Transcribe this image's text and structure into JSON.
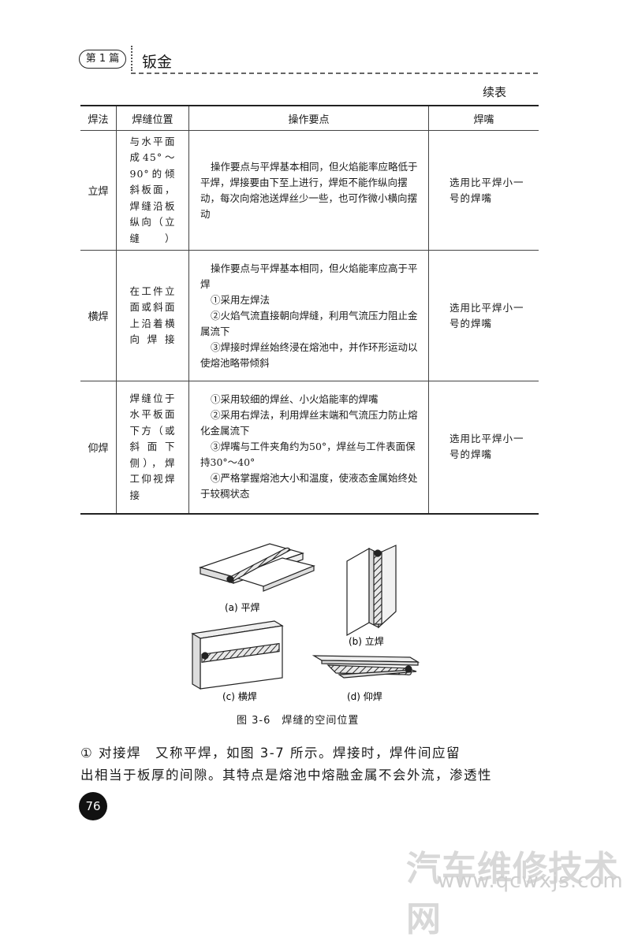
{
  "header": {
    "chapter_badge": "第 1 篇",
    "chapter_title": "钣金",
    "continued": "续表"
  },
  "table": {
    "columns": [
      "焊法",
      "焊缝位置",
      "操作要点",
      "焊嘴"
    ],
    "rows": [
      {
        "method": "立焊",
        "position": "与水平面成45°～90°的倾斜板面，焊缝沿板纵向（立缝）",
        "ops": [
          "操作要点与平焊基本相同，但火焰能率应略低于平焊，焊接要由下至上进行，焊炬不能作纵向摆动，每次向熔池送焊丝少一些，也可作微小横向摆动"
        ],
        "nozzle": "选用比平焊小一号的焊嘴"
      },
      {
        "method": "横焊",
        "position": "在工件立面或斜面上沿着横向焊接",
        "ops": [
          "操作要点与平焊基本相同，但火焰能率应高于平焊",
          "①采用左焊法",
          "②火焰气流直接朝向焊缝，利用气流压力阻止金属流下",
          "③焊接时焊丝始终浸在熔池中，并作环形运动以使熔池略带倾斜"
        ],
        "nozzle": "选用比平焊小一号的焊嘴"
      },
      {
        "method": "仰焊",
        "position": "焊缝位于水平板面下方（或斜面下侧），焊工仰视焊接",
        "ops": [
          "①采用较细的焊丝、小火焰能率的焊嘴",
          "②采用右焊法，利用焊丝末端和气流压力防止熔化金属流下",
          "③焊嘴与工件夹角约为50°，焊丝与工件表面保持30°～40°",
          "④严格掌握熔池大小和温度，使液态金属始终处于较稠状态"
        ],
        "nozzle": "选用比平焊小一号的焊嘴"
      }
    ]
  },
  "figure": {
    "captions": {
      "a": "(a) 平焊",
      "b": "(b) 立焊",
      "c": "(c) 横焊",
      "d": "(d) 仰焊"
    },
    "title": "图 3-6　焊缝的空间位置"
  },
  "body": {
    "line1": "① 对接焊　又称平焊，如图 3-7 所示。焊接时，焊件间应留",
    "line2": "出相当于板厚的间隙。其特点是熔池中熔融金属不会外流，渗透性"
  },
  "page_number": "76",
  "watermark": {
    "title": "汽车维修技术网",
    "url": "www.qcwxjs.com"
  }
}
